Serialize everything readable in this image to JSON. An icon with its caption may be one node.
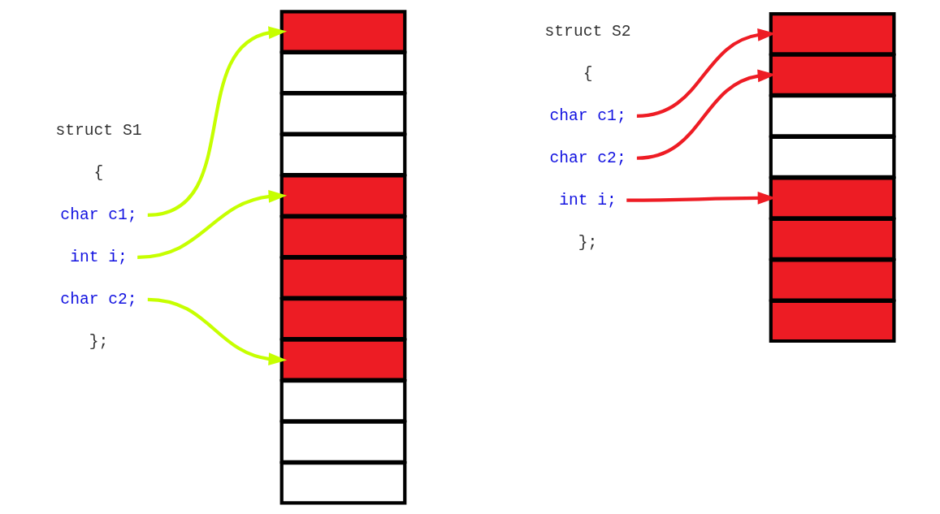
{
  "diagram": {
    "nodes": [
      {
        "text": [
          "char c1;"
        ]
      },
      {
        "text": [
          "int i;"
        ]
      },
      {
        "text": [
          "char c2;"
        ]
      },
      {
        "text": [],
        "shape": "box"
      },
      {
        "text": [],
        "shape": "box"
      },
      {
        "text": [],
        "shape": "box"
      },
      {
        "text": [],
        "shape": "box"
      },
      {
        "text": [],
        "shape": "box"
      },
      {
        "text": [],
        "shape": "box"
      },
      {
        "text": [],
        "shape": "box"
      },
      {
        "text": [],
        "shape": "box"
      },
      {
        "text": [],
        "shape": "box"
      },
      {
        "text": [],
        "shape": "box"
      },
      {
        "text": [],
        "shape": "box"
      },
      {
        "text": [],
        "shape": "box"
      },
      {
        "text": [
          "char c1;"
        ]
      },
      {
        "text": [
          "char c2;"
        ]
      },
      {
        "text": [
          "int i;"
        ]
      },
      {
        "text": [],
        "shape": "box"
      },
      {
        "text": [],
        "shape": "box"
      },
      {
        "text": [],
        "shape": "box"
      },
      {
        "text": [],
        "shape": "box"
      },
      {
        "text": [],
        "shape": "box"
      },
      {
        "text": [],
        "shape": "box"
      },
      {
        "text": [],
        "shape": "box"
      },
      {
        "text": [],
        "shape": "box"
      }
    ],
    "edges": [
      {
        "from": 0,
        "to": 3,
        "arrow": "to",
        "color": "#c6ff00"
      },
      {
        "from": 1,
        "to": 7,
        "arrow": "to",
        "color": "#c6ff00"
      },
      {
        "from": 2,
        "to": 11,
        "arrow": "to",
        "color": "#c6ff00"
      },
      {
        "from": 15,
        "to": 18,
        "arrow": "to",
        "color": "#ee1c24"
      },
      {
        "from": 16,
        "to": 19,
        "arrow": "to",
        "color": "#ee1c24"
      },
      {
        "from": 17,
        "to": 22,
        "arrow": "to",
        "color": "#ee1c24"
      }
    ],
    "labels": [
      "struct S1",
      "{",
      "};",
      "struct S2",
      "{",
      "};"
    ]
  }
}
